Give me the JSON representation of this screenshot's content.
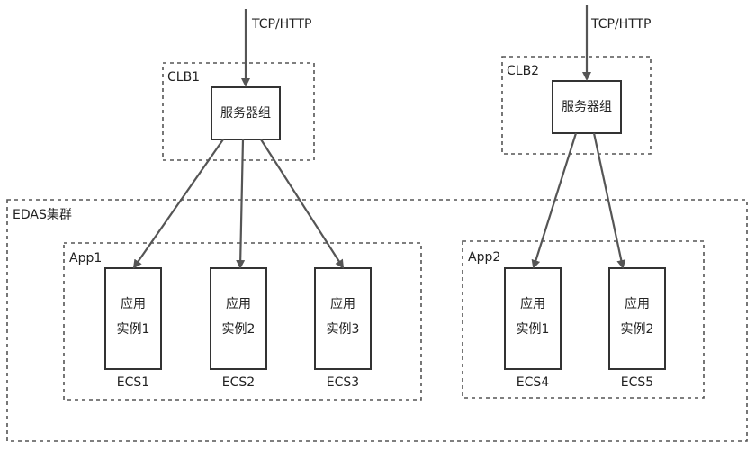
{
  "protocol_top_left": "TCP/HTTP",
  "protocol_top_right": "TCP/HTTP",
  "clb1": {
    "label": "CLB1",
    "server_group": "服务器组"
  },
  "clb2": {
    "label": "CLB2",
    "server_group": "服务器组"
  },
  "edas": {
    "label": "EDAS集群"
  },
  "app1": {
    "label": "App1",
    "instances": [
      {
        "line1": "应用",
        "line2": "实例1",
        "ecs": "ECS1"
      },
      {
        "line1": "应用",
        "line2": "实例2",
        "ecs": "ECS2"
      },
      {
        "line1": "应用",
        "line2": "实例3",
        "ecs": "ECS3"
      }
    ]
  },
  "app2": {
    "label": "App2",
    "instances": [
      {
        "line1": "应用",
        "line2": "实例1",
        "ecs": "ECS4"
      },
      {
        "line1": "应用",
        "line2": "实例2",
        "ecs": "ECS5"
      }
    ]
  },
  "colors": {
    "stroke": "#333333",
    "dash": "#555555",
    "arrow": "#555555"
  }
}
